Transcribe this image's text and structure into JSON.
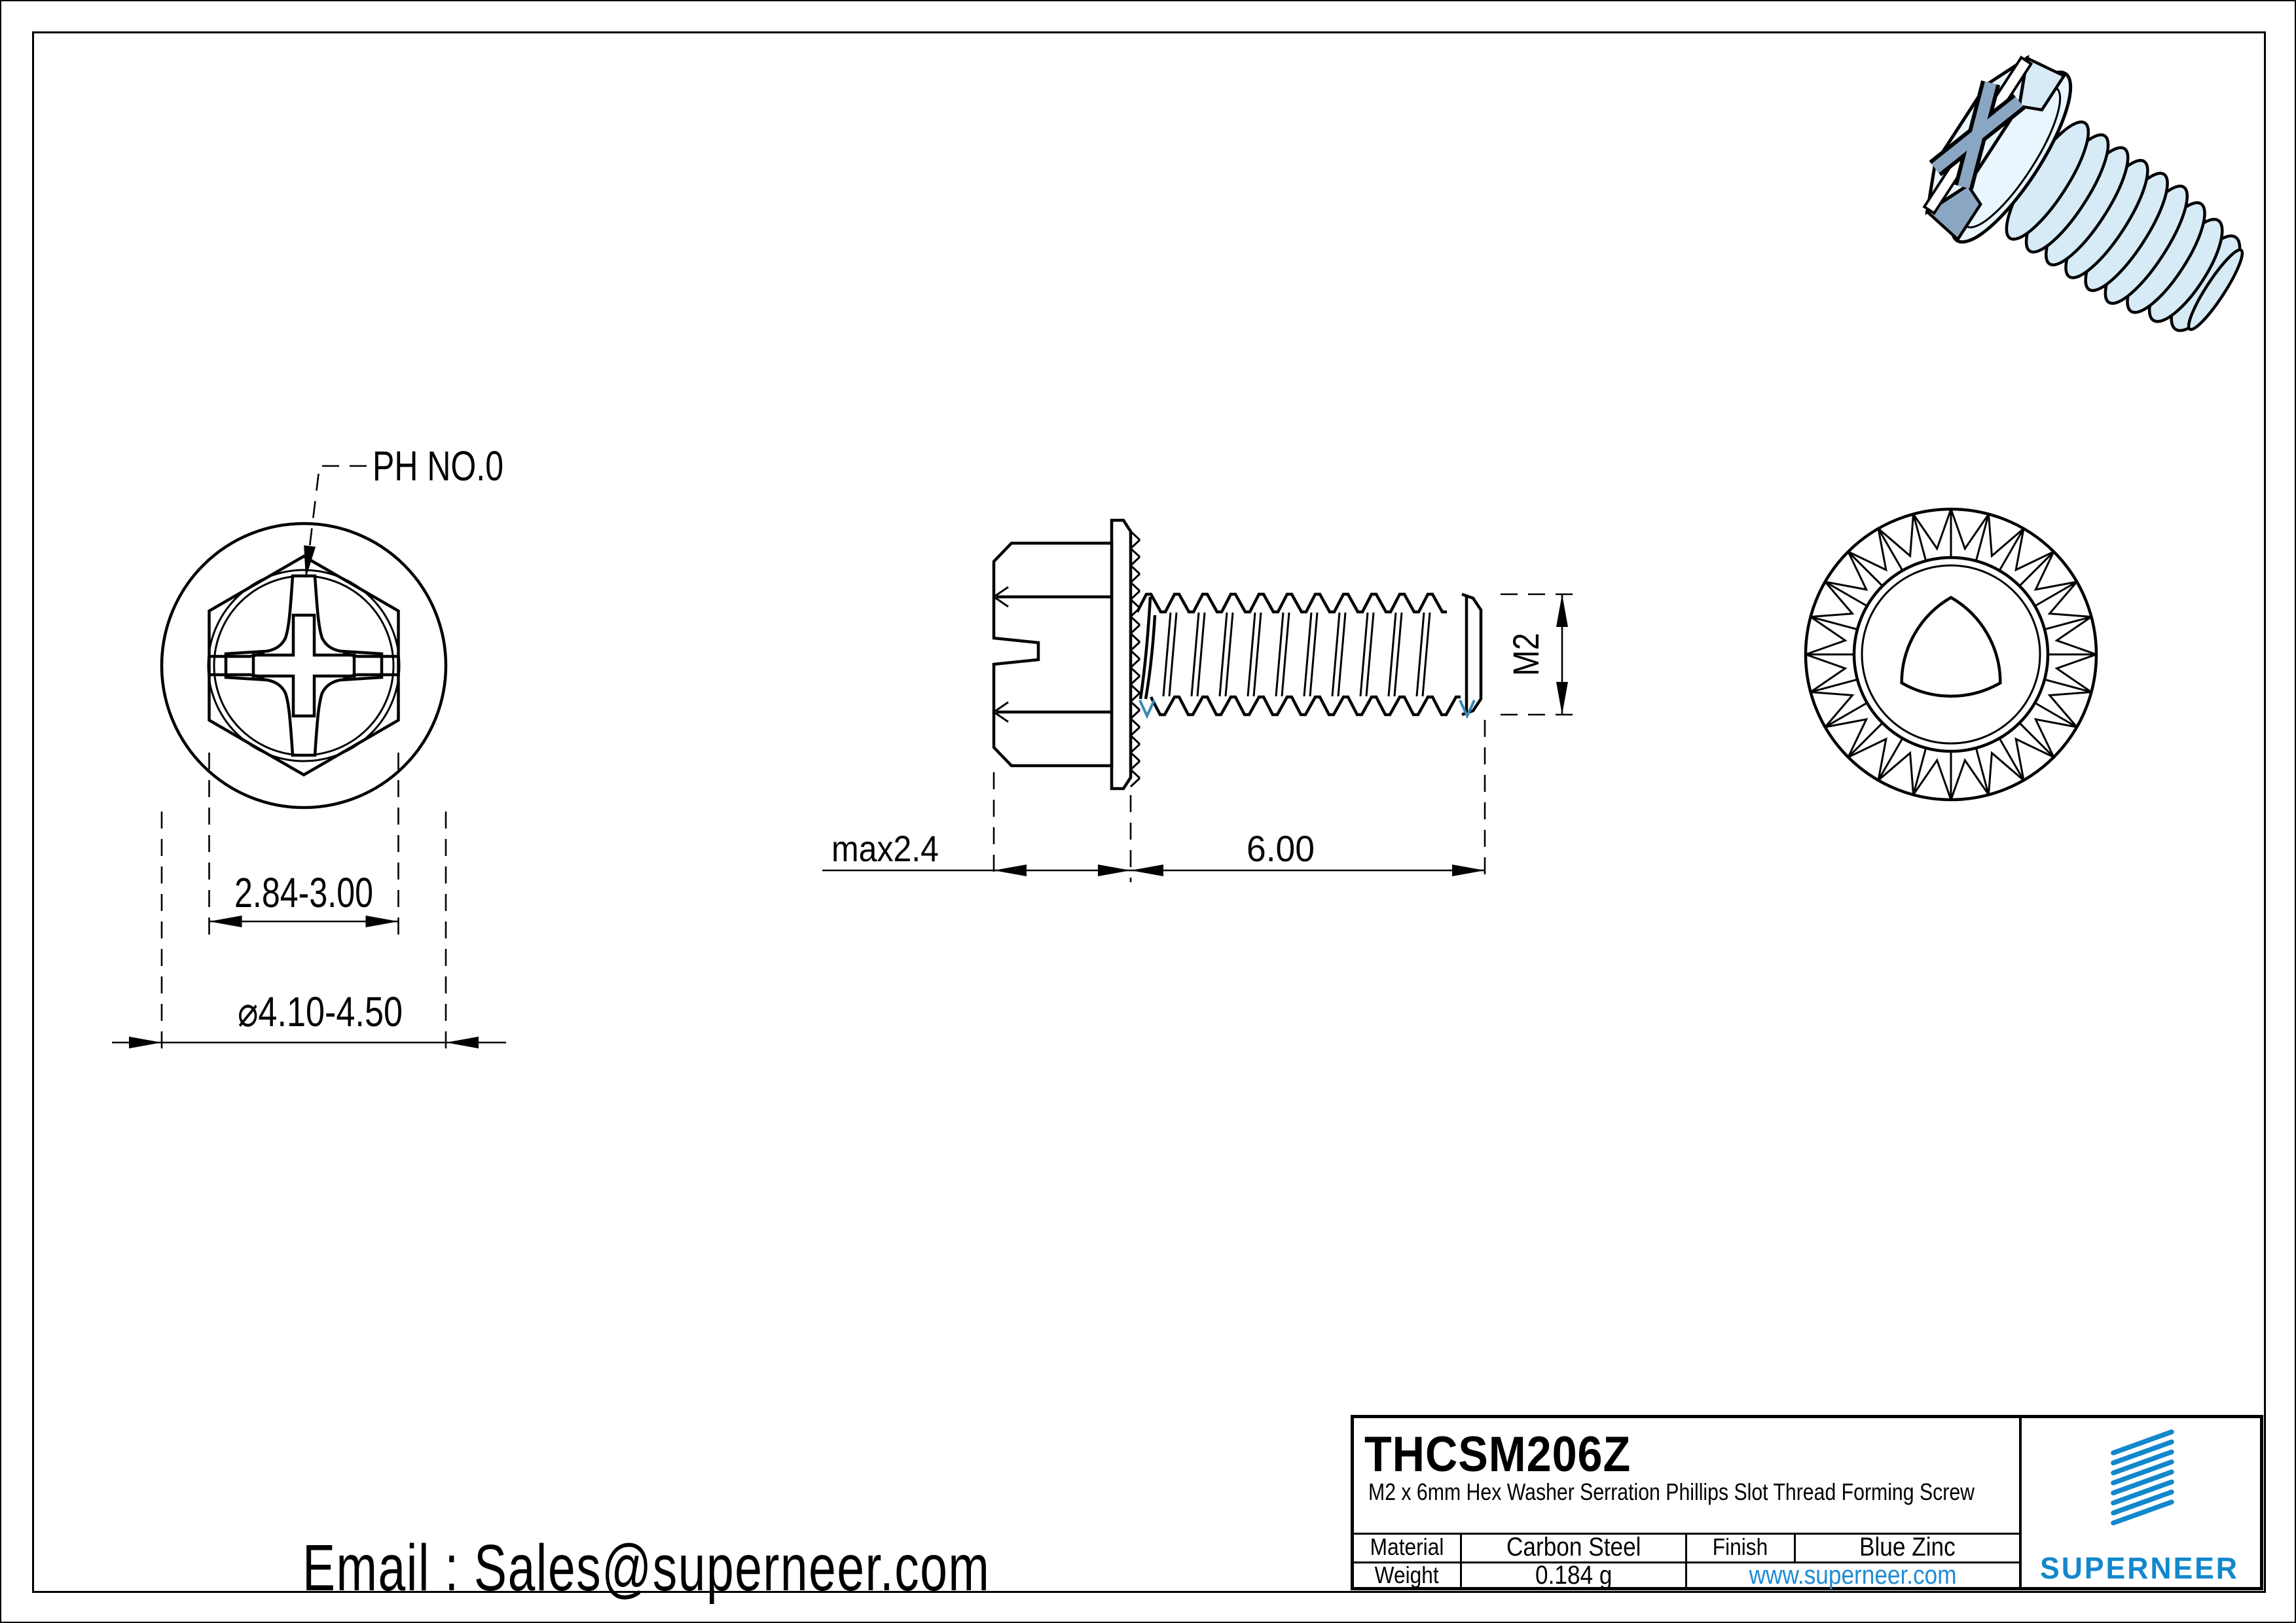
{
  "drawing": {
    "top_view": {
      "leader_label": "PH NO.0",
      "dim_across_flats": "2.84-3.00",
      "dim_head_diameter": "⌀4.10-4.50"
    },
    "side_view": {
      "dim_head_height": "max2.4",
      "dim_thread_length": "6.00",
      "dim_thread_size": "M2"
    }
  },
  "contact": {
    "email_line": "Email : Sales@superneer.com"
  },
  "title_block": {
    "part_number": "THCSM206Z",
    "description": "M2 x 6mm Hex Washer Serration Phillips Slot Thread Forming Screw",
    "material_label": "Material",
    "material_value": "Carbon Steel",
    "finish_label": "Finish",
    "finish_value": "Blue Zinc",
    "weight_label": "Weight",
    "weight_value": "0.184 g",
    "website": "www.superneer.com",
    "brand": "SUPERNEER"
  },
  "colors": {
    "brand_blue": "#1287cc",
    "link_blue": "#1e8bd4",
    "thread_runout_mark_blue": "#3c87b2",
    "screw_body_blue": "#d7ebf7"
  }
}
